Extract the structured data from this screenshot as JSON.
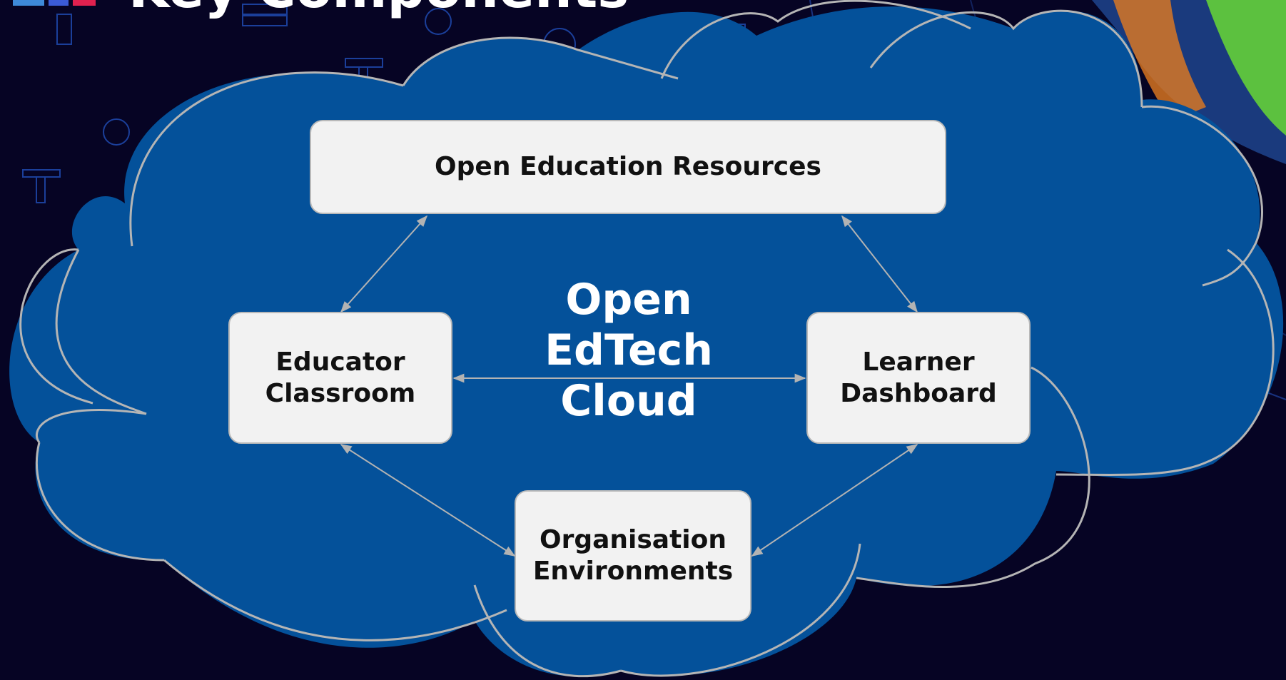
{
  "slide": {
    "heading": "Key Components"
  },
  "diagram": {
    "center_title": [
      "Open",
      "EdTech",
      "Cloud"
    ],
    "nodes": {
      "oer": [
        "Open Education Resources"
      ],
      "educator": [
        "Educator",
        "Classroom"
      ],
      "learner": [
        "Learner",
        "Dashboard"
      ],
      "org": [
        "Organisation",
        "Environments"
      ]
    }
  },
  "colors": {
    "background": "#060424",
    "cloud_fill": "#04519a",
    "cloud_outline": "#b5b5b5",
    "node_fill": "#f2f2f2",
    "connector": "#b3b3b3",
    "decor_outline": "#1b3f9a",
    "accent_green": "#5cc13f"
  }
}
